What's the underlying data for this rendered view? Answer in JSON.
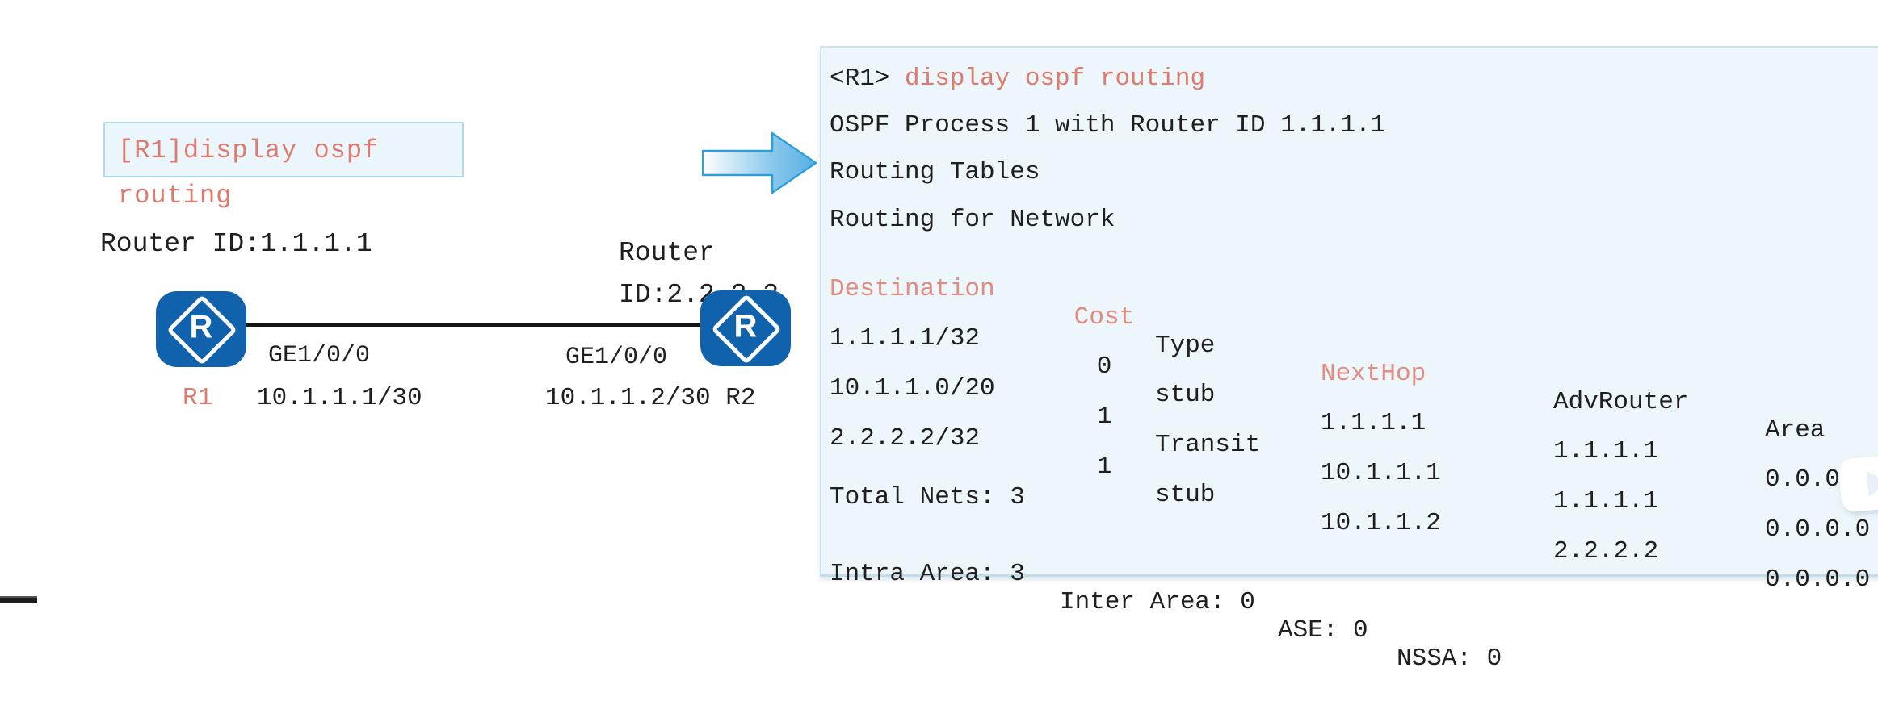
{
  "colors": {
    "accent_red": "#dd7b6e",
    "table_header_red": "#e28b80",
    "router_blue": "#1062ad",
    "panel_bg": "#edf6fa",
    "panel_border": "#c9e2ef",
    "arrow_blue": "#55b0e4",
    "text_black": "#1f1f1f"
  },
  "diagram": {
    "callout": {
      "line1": "[R1]display ospf",
      "line2": "routing"
    },
    "r1": {
      "router_id": "Router ID:1.1.1.1",
      "name": "R1",
      "interface": "GE1/0/0",
      "ip": "10.1.1.1/30",
      "icon_letter": "R"
    },
    "r2": {
      "router_id": "Router\nID:2.2.2.2",
      "name": " R2",
      "interface": "GE1/0/0",
      "ip": "10.1.1.2/30",
      "icon_letter": "R"
    }
  },
  "console_panel": {
    "prompt": "<R1> ",
    "command": "display ospf routing",
    "process_line": "OSPF Process 1 with Router ID 1.1.1.1",
    "tables_line": "Routing Tables",
    "network_line": "Routing for Network",
    "table": {
      "headers": [
        "Destination",
        "Cost",
        "Type",
        "NextHop",
        "AdvRouter",
        "Area"
      ],
      "rows": [
        [
          "1.1.1.1/32",
          "0",
          "stub",
          "1.1.1.1",
          "1.1.1.1",
          "0.0.0.0"
        ],
        [
          "10.1.1.0/20",
          "1",
          "Transit",
          "10.1.1.1",
          "1.1.1.1",
          "0.0.0.0"
        ],
        [
          "2.2.2.2/32",
          "1",
          "stub",
          "10.1.1.2",
          "2.2.2.2",
          "0.0.0.0"
        ]
      ]
    },
    "totals_line": "Total Nets: 3",
    "summary": {
      "intra": "Intra Area: 3",
      "inter": "Inter Area: 0",
      "ase": "ASE: 0",
      "nssa": "NSSA: 0"
    }
  }
}
